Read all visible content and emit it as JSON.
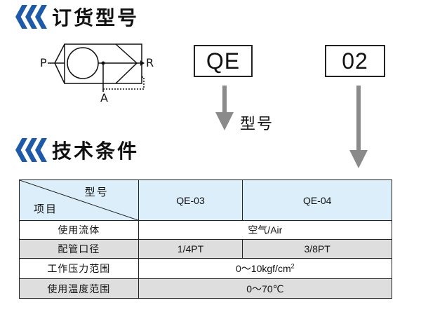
{
  "ordering": {
    "title": "订货型号",
    "model_prefix": "QE",
    "model_size": "02",
    "model_label": "型号"
  },
  "symbol": {
    "port_p": "P",
    "port_r": "R",
    "port_a": "A"
  },
  "technical": {
    "title": "技术条件",
    "header_model": "型号",
    "header_item": "项目",
    "models": [
      "QE-03",
      "QE-04"
    ],
    "rows": [
      {
        "label": "使用流体",
        "value": "空气/Air"
      },
      {
        "label": "配管口径",
        "values": [
          "1/4PT",
          "3/8PT"
        ]
      },
      {
        "label": "工作压力范围",
        "value": "0～10kgf/cm",
        "unit_sup": "2"
      },
      {
        "label": "使用温度范围",
        "value": "0～70℃"
      }
    ]
  },
  "colors": {
    "accent": "#1e5aa8",
    "header_fill": "#dceefa",
    "row_fill": "#dedede",
    "arrow": "#8a8a8a"
  }
}
